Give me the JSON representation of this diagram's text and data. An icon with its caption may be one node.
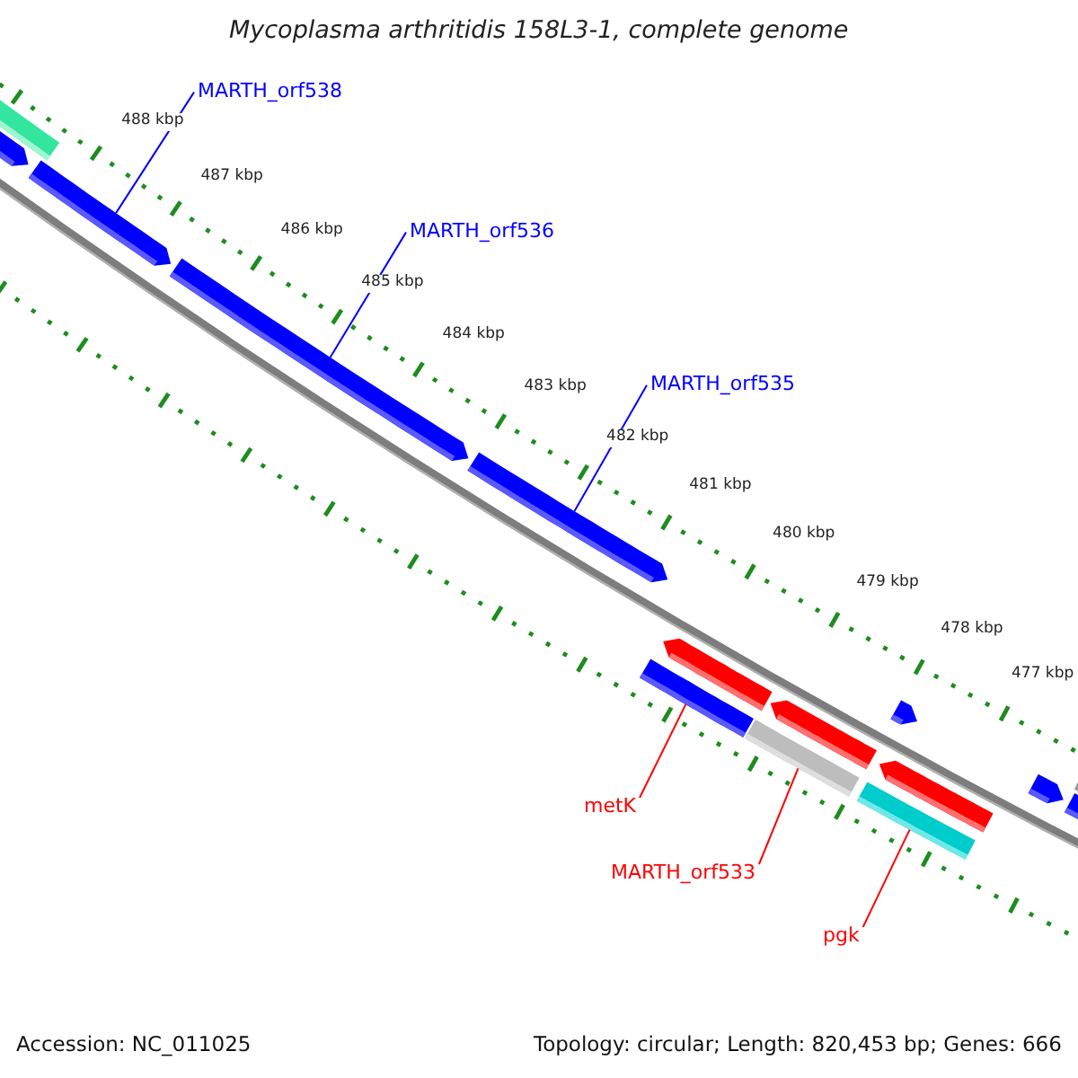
{
  "diagram": {
    "title": "Mycoplasma arthritidis 158L3-1, complete genome",
    "nodes": [
      {
        "text": [
          "MARTH_orf538"
        ]
      },
      {
        "text": [],
        "shape": "arrow"
      },
      {
        "text": [
          "MARTH_orf536"
        ]
      },
      {
        "text": [],
        "shape": "arrow"
      },
      {
        "text": [
          "MARTH_orf535"
        ]
      },
      {
        "text": [],
        "shape": "arrow"
      },
      {
        "text": [],
        "shape": "bar"
      },
      {
        "text": [
          "metK"
        ]
      },
      {
        "text": [],
        "shape": "bar"
      },
      {
        "text": [
          "MARTH_orf533"
        ]
      },
      {
        "text": [],
        "shape": "bar"
      },
      {
        "text": [
          "pgk"
        ]
      }
    ],
    "edges": [
      {
        "from": 0,
        "to": 1,
        "arrow": "none",
        "color": "#0000ff"
      },
      {
        "from": 2,
        "to": 3,
        "arrow": "none",
        "color": "#0000ff"
      },
      {
        "from": 4,
        "to": 5,
        "arrow": "none",
        "color": "#0000ff"
      },
      {
        "from": 7,
        "to": 6,
        "arrow": "none",
        "color": "#ff0000"
      },
      {
        "from": 9,
        "to": 8,
        "arrow": "none",
        "color": "#ff0000"
      },
      {
        "from": 11,
        "to": 10,
        "arrow": "none",
        "color": "#ff0000"
      }
    ],
    "labels": [
      "488 kbp",
      "487 kbp",
      "486 kbp",
      "485 kbp",
      "484 kbp",
      "483 kbp",
      "482 kbp",
      "481 kbp",
      "480 kbp",
      "479 kbp",
      "478 kbp",
      "477 kbp",
      "Accession: NC_011025",
      "Topology: circular; Length: 820,453 bp; Genes: 666"
    ]
  }
}
